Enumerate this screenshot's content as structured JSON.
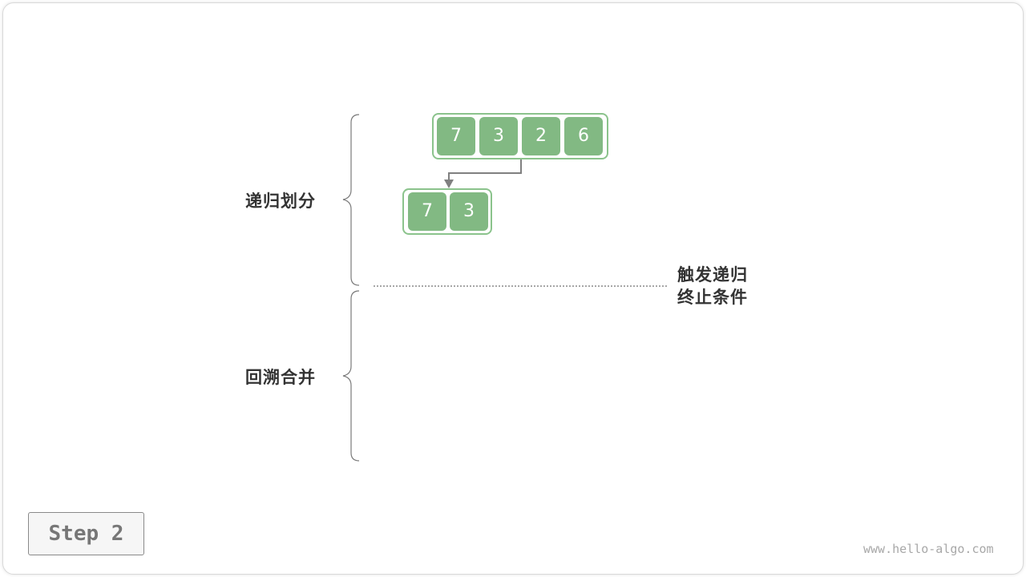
{
  "phases": {
    "divide_label": "递归划分",
    "merge_label": "回溯合并"
  },
  "termination_note": [
    "触发递归",
    "终止条件"
  ],
  "arrays": {
    "root": [
      "7",
      "3",
      "2",
      "6"
    ],
    "left_child": [
      "7",
      "3"
    ]
  },
  "step_label": "Step 2",
  "watermark": "www.hello-algo.com",
  "colors": {
    "cell_fill": "#82b983",
    "cell_border": "#8bc38c",
    "arrow": "#808080",
    "text": "#333333"
  }
}
